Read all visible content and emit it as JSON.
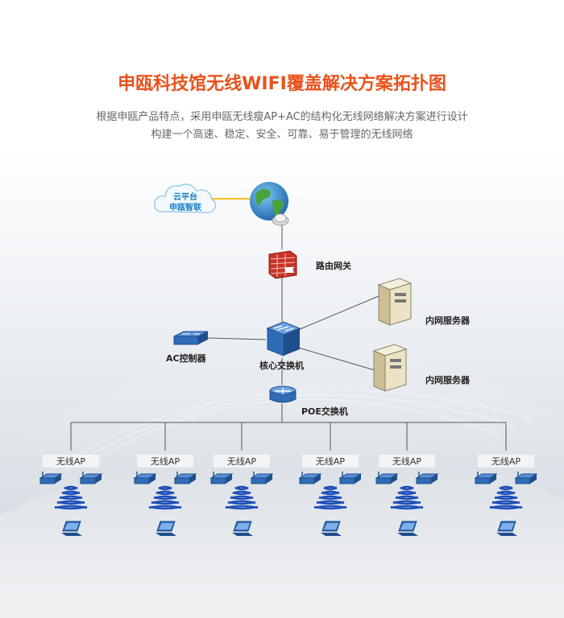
{
  "title": "申瓯科技馆无线WIFI覆盖解决方案拓扑图",
  "description": {
    "line1": "根据申瓯产品特点，采用申瓯无线瘦AP+AC的结构化无线网络解决方案进行设计",
    "line2": "构建一个高速、稳定、安全、可靠、易于管理的无线网络"
  },
  "cloud": {
    "line1": "云平台",
    "line2": "申瓯智联"
  },
  "nodes": {
    "router": "路由网关",
    "server1": "内网服务器",
    "server2": "内网服务器",
    "ac": "AC控制器",
    "core": "核心交换机",
    "poe": "POE交换机"
  },
  "aps": [
    {
      "label": "无线AP"
    },
    {
      "label": "无线AP"
    },
    {
      "label": "无线AP"
    },
    {
      "label": "无线AP"
    },
    {
      "label": "无线AP"
    },
    {
      "label": "无线AP"
    }
  ],
  "colors": {
    "title": "#e8521c",
    "accent": "#1a5fb4",
    "link": "#f0c21a"
  }
}
